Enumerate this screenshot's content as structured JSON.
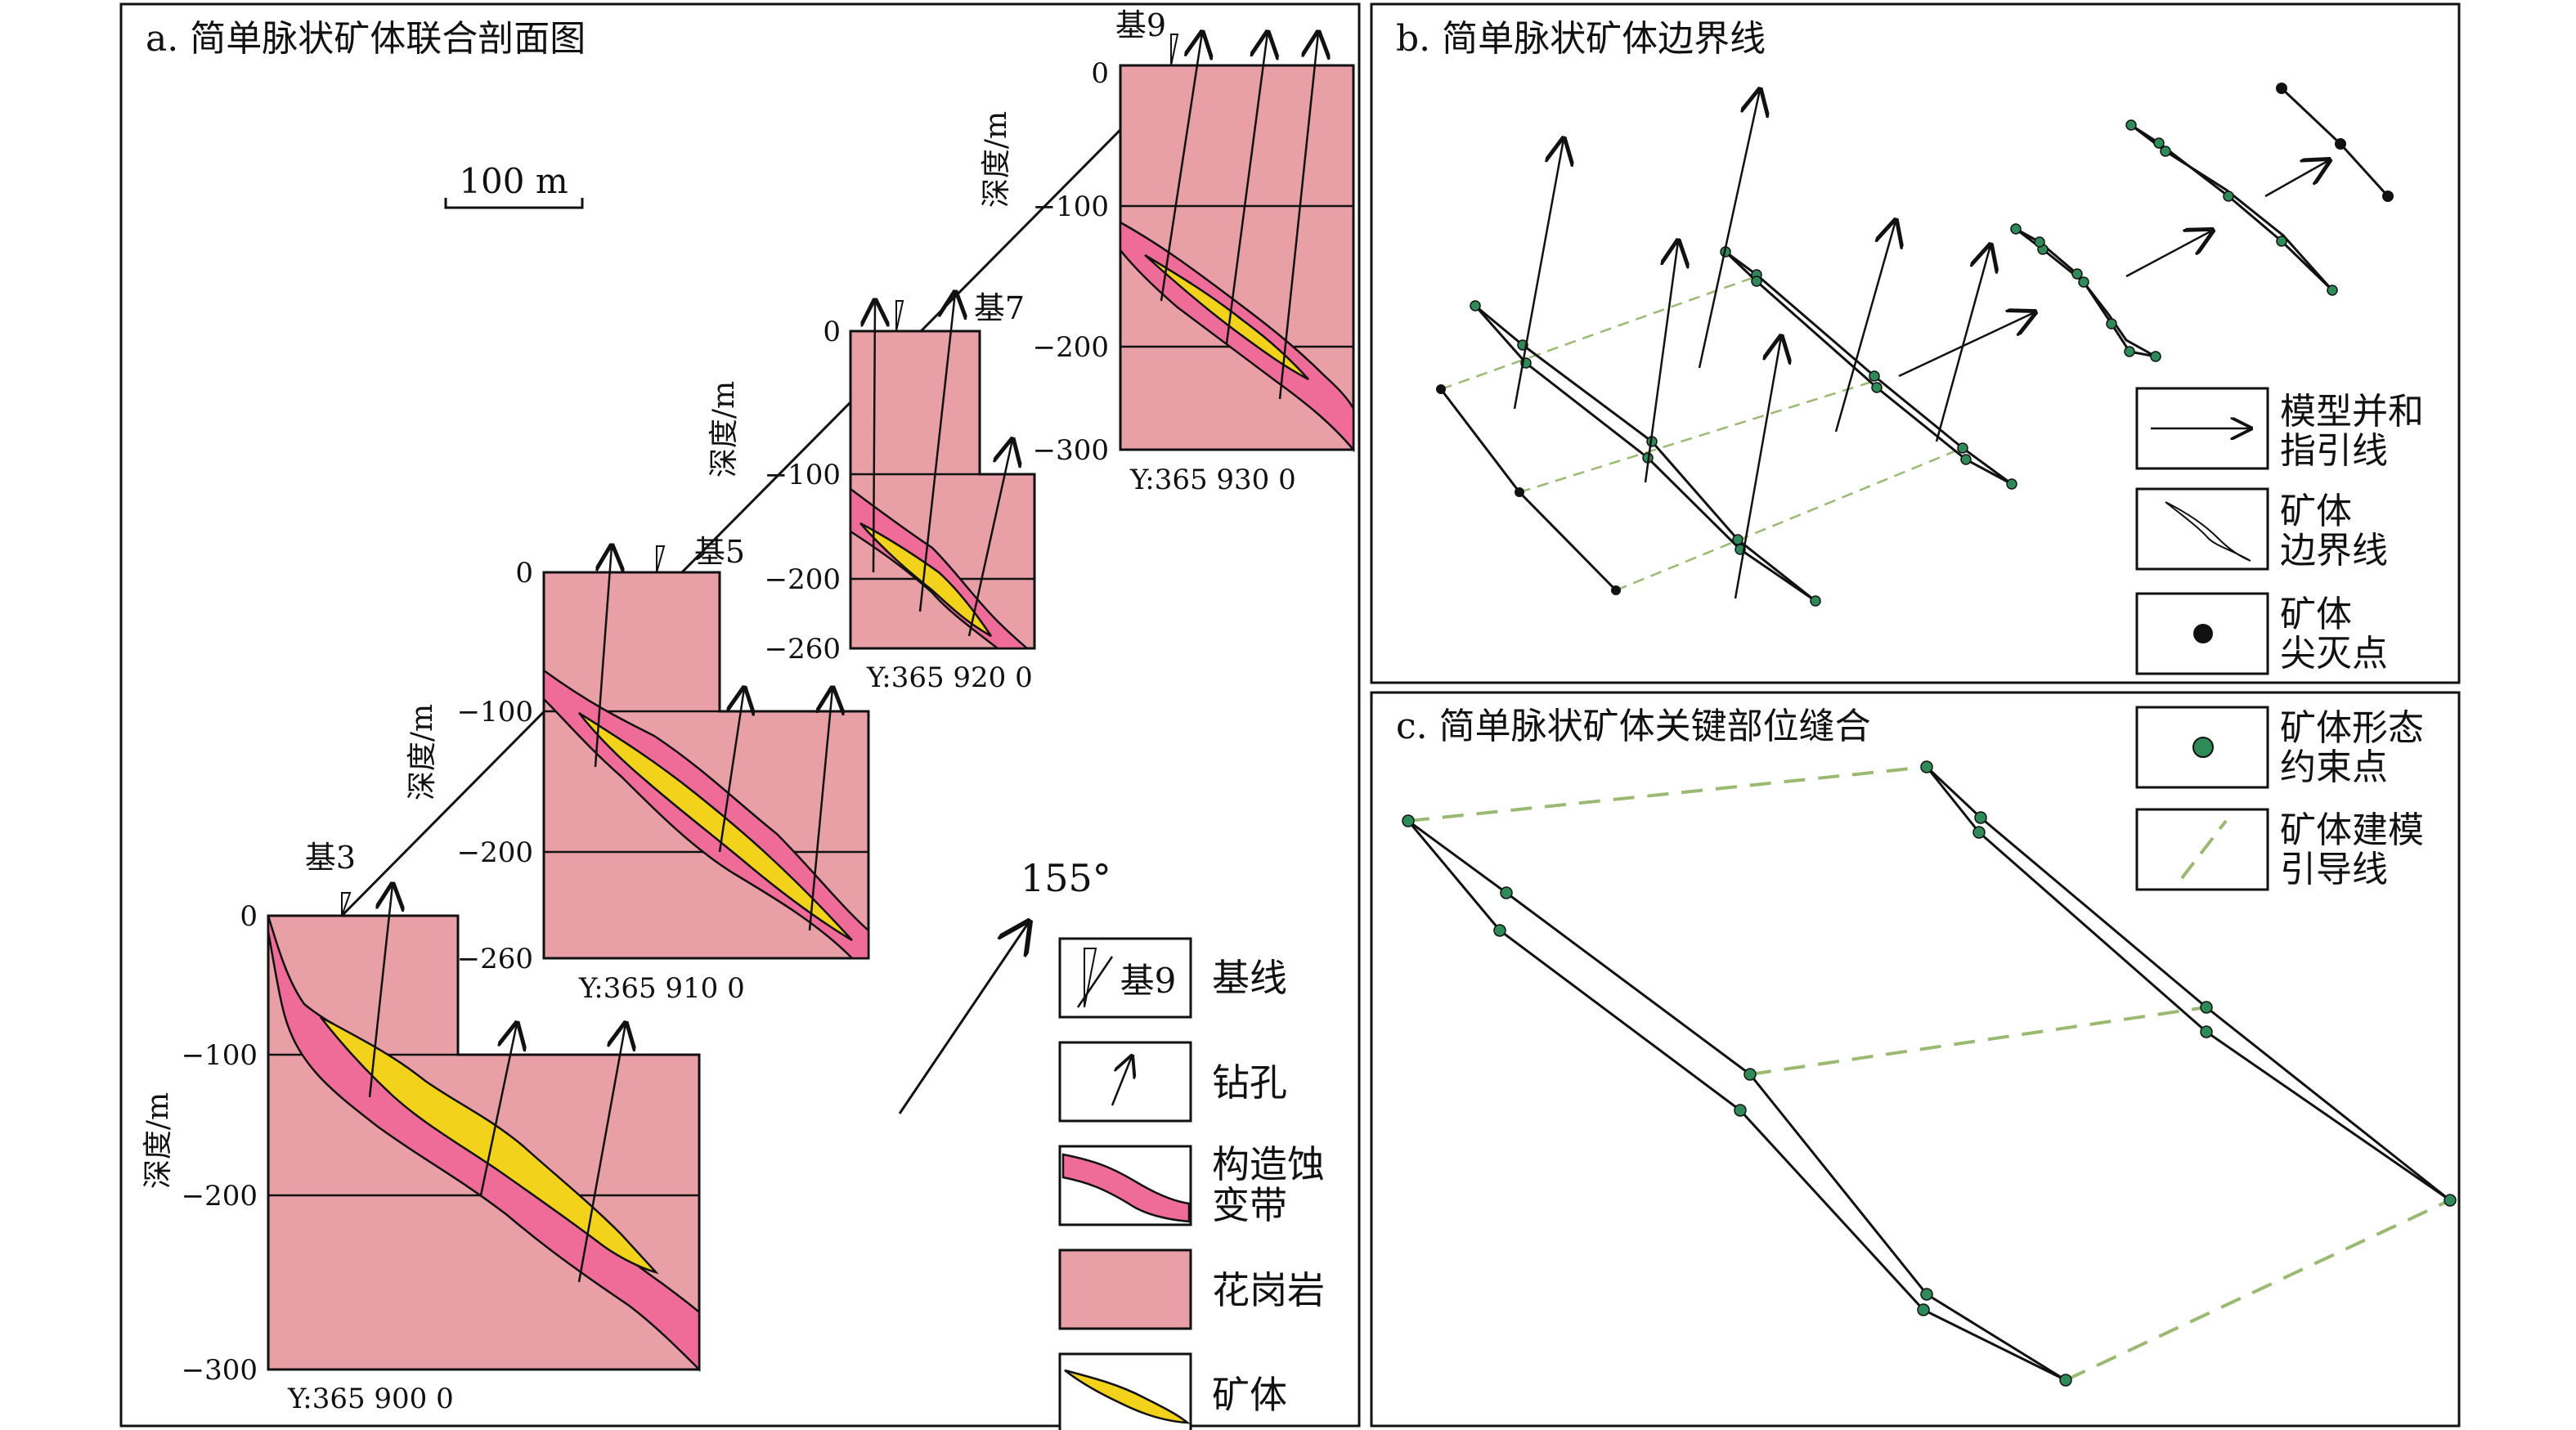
{
  "panel_a": {
    "title": "a. 简单脉状矿体联合剖面图",
    "scale_label": "100 m",
    "direction_label": "155°",
    "depth_axis_label": "深度/m",
    "sections": [
      {
        "id": "ji3",
        "baseline_label": "基3",
        "y_label": "Y:365 900 0",
        "depth_ticks": [
          "0",
          "−100",
          "−200",
          "−300"
        ]
      },
      {
        "id": "ji5",
        "baseline_label": "基5",
        "y_label": "Y:365 910 0",
        "depth_ticks": [
          "0",
          "−100",
          "−200",
          "−260"
        ]
      },
      {
        "id": "ji7",
        "baseline_label": "基7",
        "y_label": "Y:365 920 0",
        "depth_ticks": [
          "0",
          "−100",
          "−200",
          "−260"
        ]
      },
      {
        "id": "ji9",
        "baseline_label": "基9",
        "y_label": "Y:365 930 0",
        "depth_ticks": [
          "0",
          "−100",
          "−200",
          "−300"
        ]
      }
    ],
    "legend": [
      {
        "key": "baseline",
        "symbol_text": "基9",
        "label": "基线"
      },
      {
        "key": "drillhole",
        "label": "钻孔"
      },
      {
        "key": "alteration",
        "label_lines": [
          "构造蚀",
          "变带"
        ]
      },
      {
        "key": "granite",
        "label": "花岗岩"
      },
      {
        "key": "orebody",
        "label": "矿体"
      }
    ]
  },
  "panel_b": {
    "title": "b. 简单脉状矿体边界线",
    "legend": [
      {
        "key": "merge-guide",
        "label_lines": [
          "模型并和",
          "指引线"
        ]
      },
      {
        "key": "ore-boundary",
        "label_lines": [
          "矿体",
          "边界线"
        ]
      },
      {
        "key": "pinch-out",
        "label_lines": [
          "矿体",
          "尖灭点"
        ]
      }
    ]
  },
  "panel_c": {
    "title": "c. 简单脉状矿体关键部位缝合",
    "legend": [
      {
        "key": "constraint-point",
        "label_lines": [
          "矿体形态",
          "约束点"
        ]
      },
      {
        "key": "guide-line",
        "label_lines": [
          "矿体建模",
          "引导线"
        ]
      }
    ]
  },
  "colors": {
    "granite": "#E8A0A6",
    "alteration": "#F06C98",
    "orebody": "#F2D21B",
    "constraint_point": "#2E8B57",
    "guide_line": "#9ABA72",
    "line": "#111111"
  }
}
